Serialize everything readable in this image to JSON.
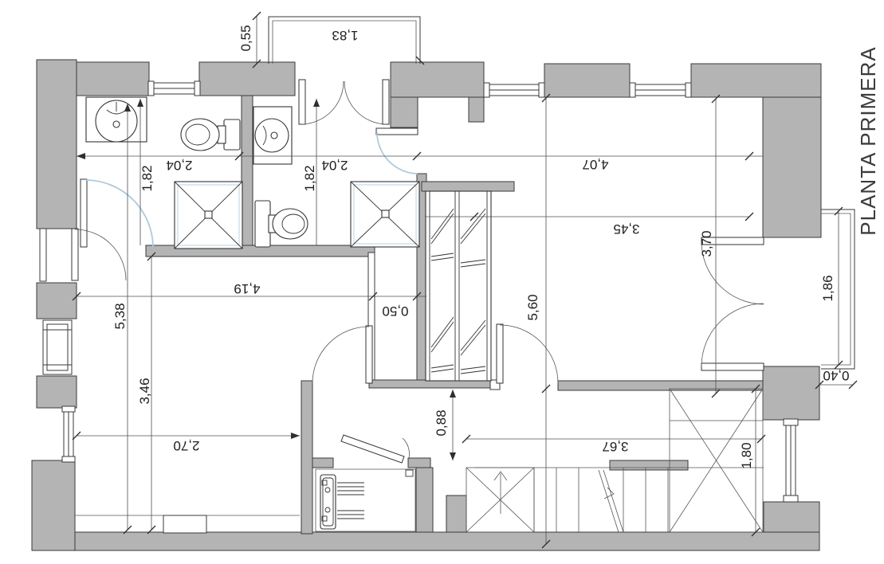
{
  "title": "PLANTA PRIMERA",
  "dimensions": {
    "balcony_top_depth": "0,55",
    "balcony_top_width": "1,83",
    "bath1_depth": "1,82",
    "bath1_width": "2,04",
    "bath2_depth": "1,82",
    "bath2_width": "2,04",
    "bedroom_width": "4,07",
    "bedroom_width_inner": "3,45",
    "bedroom_depth": "3,70",
    "balcony_right_length": "1,86",
    "balcony_right_depth": "0,40",
    "room_left_width": "4,19",
    "duct_width": "0,50",
    "hall_depth": "5,60",
    "room_left_depth_total": "5,38",
    "room_left_depth": "3,46",
    "passage_width": "0,88",
    "room_bottom_width": "2,70",
    "stair_length": "3,67",
    "stair_width": "1,80"
  }
}
